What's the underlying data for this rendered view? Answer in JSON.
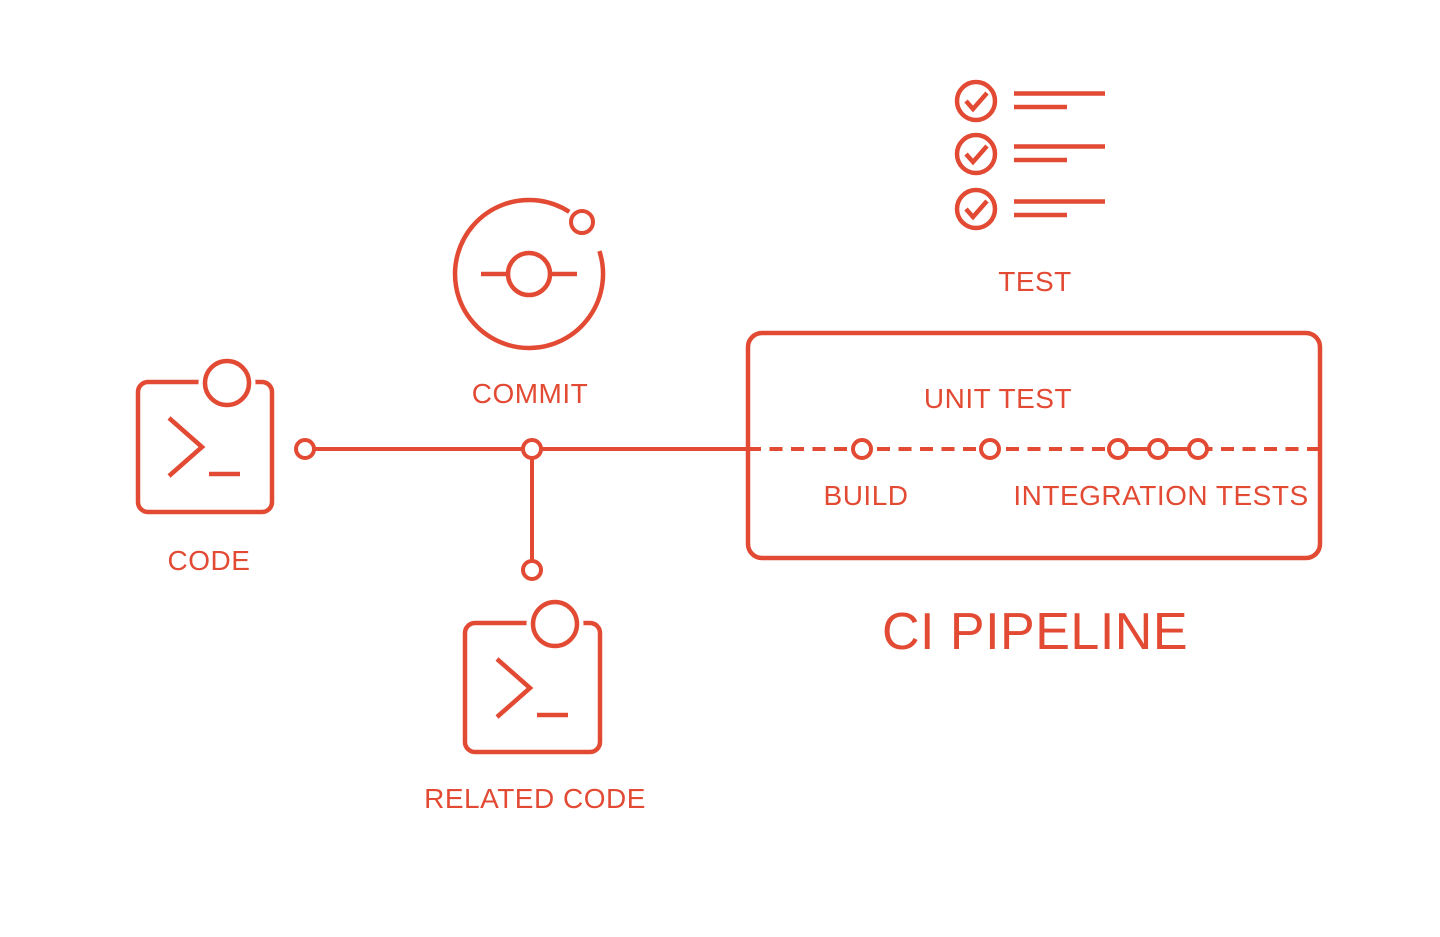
{
  "meta": {
    "accent_color": "#E24A33",
    "background_color": "#FFFFFF"
  },
  "diagram": {
    "steps": {
      "code": {
        "label": "CODE",
        "icon": "terminal-window-icon"
      },
      "commit": {
        "label": "COMMIT",
        "icon": "git-commit-icon"
      },
      "related_code": {
        "label": "RELATED CODE",
        "icon": "terminal-window-icon"
      },
      "test": {
        "label": "TEST",
        "icon": "checklist-icon",
        "checklist_rows": 3
      }
    },
    "pipeline": {
      "title": "CI PIPELINE",
      "stages": [
        {
          "label": "BUILD",
          "label_position": "below",
          "node_count": 1
        },
        {
          "label": "UNIT TEST",
          "label_position": "above",
          "node_count": 1
        },
        {
          "label": "INTEGRATION TESTS",
          "label_position": "below",
          "node_count": 3
        }
      ]
    }
  }
}
